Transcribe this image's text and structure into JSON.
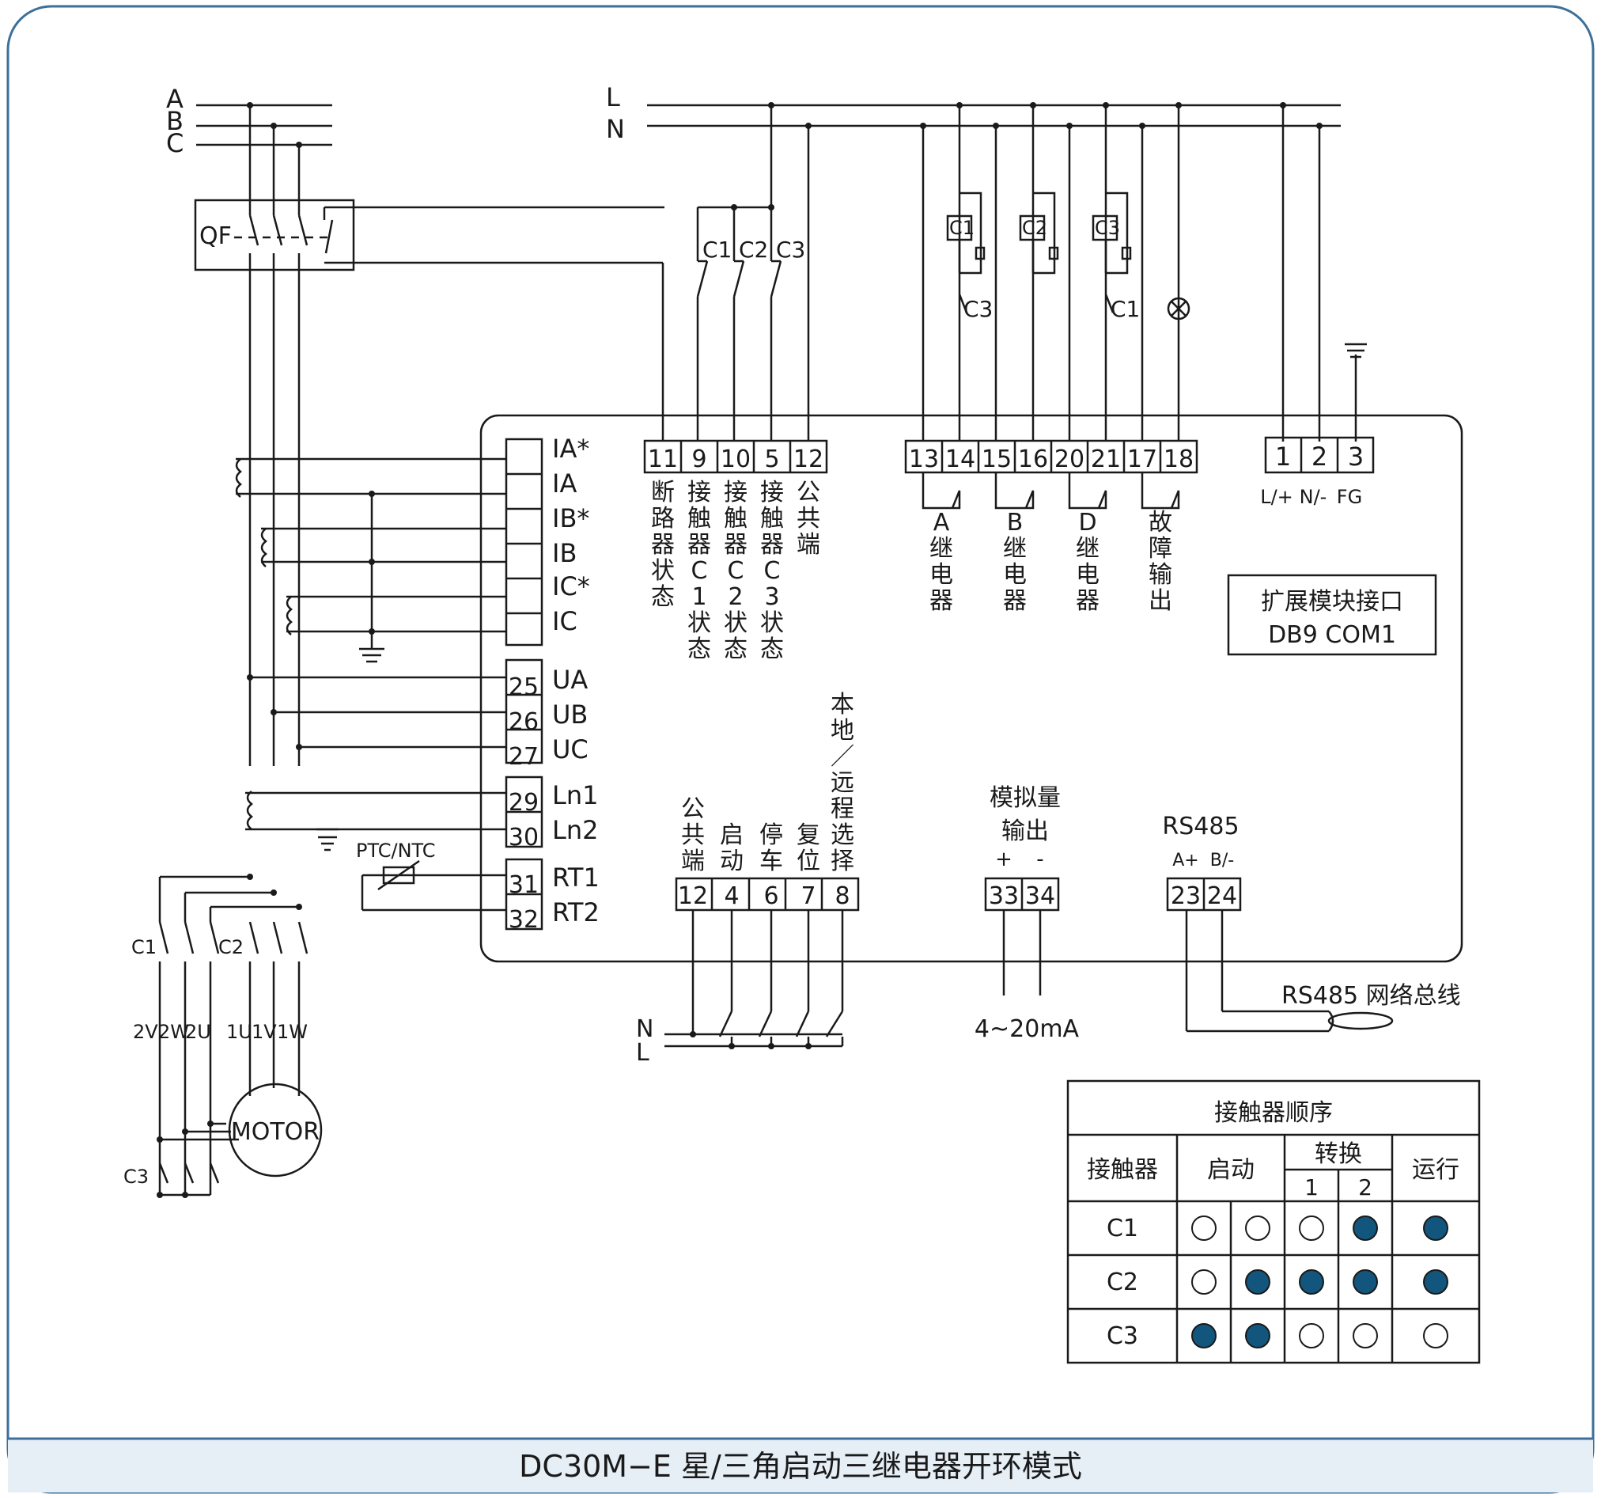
{
  "caption": "DC30M−E 星/三角启动三继电器开环模式",
  "colors": {
    "frame": "#3d6f9a",
    "footer_bg": "#e6eef6",
    "line": "#1a1a1a",
    "dot_on": "#12567e"
  },
  "supply": {
    "A": "A",
    "B": "B",
    "C": "C",
    "L": "L",
    "N": "N"
  },
  "breaker": "QF",
  "contactors": {
    "c1": "C1",
    "c2": "C2",
    "c3": "C3"
  },
  "motor": "MOTOR",
  "motor_terminals": [
    "2V",
    "2W",
    "2U",
    "1U",
    "1V",
    "1W"
  ],
  "thermistor": "PTC/NTC",
  "left_terminals": [
    {
      "num": "",
      "label": "IA*"
    },
    {
      "num": "",
      "label": "IA"
    },
    {
      "num": "",
      "label": "IB*"
    },
    {
      "num": "",
      "label": "IB"
    },
    {
      "num": "",
      "label": "IC*"
    },
    {
      "num": "",
      "label": "IC"
    },
    {
      "num": "25",
      "label": "UA"
    },
    {
      "num": "26",
      "label": "UB"
    },
    {
      "num": "27",
      "label": "UC"
    },
    {
      "num": "29",
      "label": "Ln1"
    },
    {
      "num": "30",
      "label": "Ln2"
    },
    {
      "num": "31",
      "label": "RT1"
    },
    {
      "num": "32",
      "label": "RT2"
    }
  ],
  "status_terminals": [
    {
      "num": "11",
      "label": "断路器状态"
    },
    {
      "num": "9",
      "label": "接触器C1状态"
    },
    {
      "num": "10",
      "label": "接触器C2状态"
    },
    {
      "num": "5",
      "label": "接触器C3状态"
    },
    {
      "num": "12",
      "label": "公共端"
    }
  ],
  "relay_terminals": [
    "13",
    "14",
    "15",
    "16",
    "20",
    "21",
    "17",
    "18"
  ],
  "relay_labels": [
    "A继电器",
    "B继电器",
    "D继电器",
    "故障输出"
  ],
  "coil_interlocks": [
    "C3",
    "",
    "C1"
  ],
  "power_terminals": [
    {
      "num": "1",
      "label": "L/+"
    },
    {
      "num": "2",
      "label": "N/-"
    },
    {
      "num": "3",
      "label": "FG"
    }
  ],
  "ext_module": {
    "line1": "扩展模块接口",
    "line2": "DB9 COM1"
  },
  "input_terminals": [
    {
      "num": "12",
      "label": "公共端"
    },
    {
      "num": "4",
      "label": "启动"
    },
    {
      "num": "6",
      "label": "停车"
    },
    {
      "num": "7",
      "label": "复位"
    },
    {
      "num": "8",
      "label": "本地／远程选择"
    }
  ],
  "analog": {
    "title1": "模拟量",
    "title2": "输出",
    "plus": "+",
    "minus": "-",
    "t1": "33",
    "t2": "34",
    "range": "4~20mA"
  },
  "rs485": {
    "title": "RS485",
    "a": "A+",
    "b": "B/-",
    "t1": "23",
    "t2": "24",
    "bus": "RS485 网络总线"
  },
  "table": {
    "title": "接触器顺序",
    "h_contactor": "接触器",
    "h_start": "启动",
    "h_switch": "转换",
    "h_run": "运行",
    "sub1": "1",
    "sub2": "2",
    "rows": [
      {
        "name": "C1",
        "states": [
          0,
          0,
          0,
          1,
          1
        ]
      },
      {
        "name": "C2",
        "states": [
          0,
          1,
          1,
          1,
          1
        ]
      },
      {
        "name": "C3",
        "states": [
          1,
          1,
          0,
          0,
          0
        ]
      }
    ]
  }
}
